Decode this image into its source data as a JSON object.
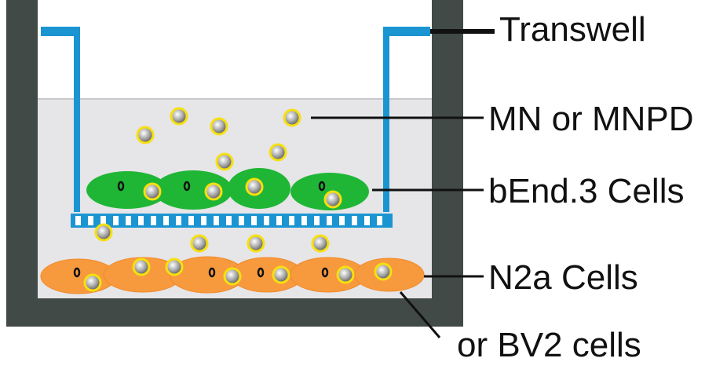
{
  "labels": {
    "transwell": "Transwell",
    "nanoparticles": "MN or MNPD",
    "bend3": "bEnd.3 Cells",
    "n2a": "N2a Cells",
    "bv2": "or BV2 cells"
  },
  "colors": {
    "well_wall": "#424a47",
    "medium": "#e6e5e8",
    "insert": "#1b95d2",
    "bend3_cell": "#1fb635",
    "n2a_cell": "#f79a3e",
    "particle_ring": "#f6e010",
    "particle_core": "#9c9c9c",
    "leader_line": "#111111"
  }
}
